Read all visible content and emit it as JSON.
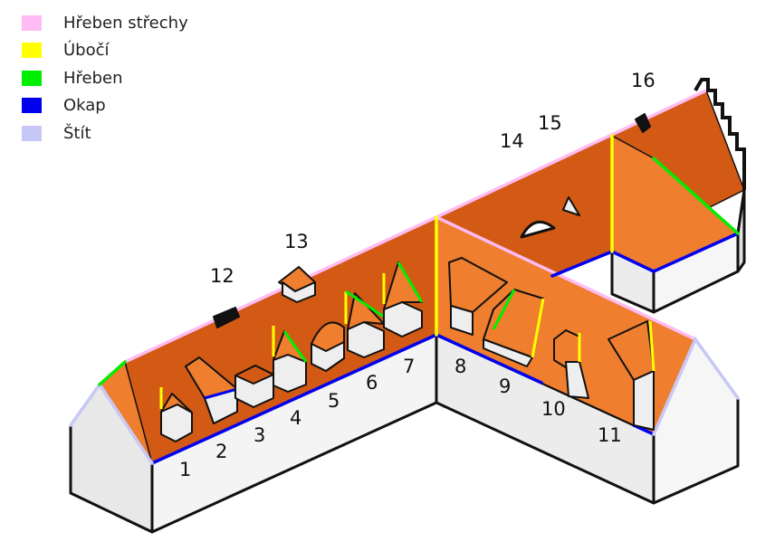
{
  "legend": [
    {
      "label": "Hřeben střechy",
      "color": "#ffbbf4"
    },
    {
      "label": "Úbočí",
      "color": "#ffff00"
    },
    {
      "label": "Hřeben",
      "color": "#00ee00"
    },
    {
      "label": "Okap",
      "color": "#0000ee"
    },
    {
      "label": "Štít",
      "color": "#c8c8f8"
    }
  ],
  "labels": [
    "1",
    "2",
    "3",
    "4",
    "5",
    "6",
    "7",
    "8",
    "9",
    "10",
    "11",
    "12",
    "13",
    "14",
    "15",
    "16"
  ],
  "colors": {
    "roof_dark": "#d35a14",
    "roof_light": "#ef7e2e",
    "wall": "#f2f2f2",
    "outline": "#111111"
  }
}
